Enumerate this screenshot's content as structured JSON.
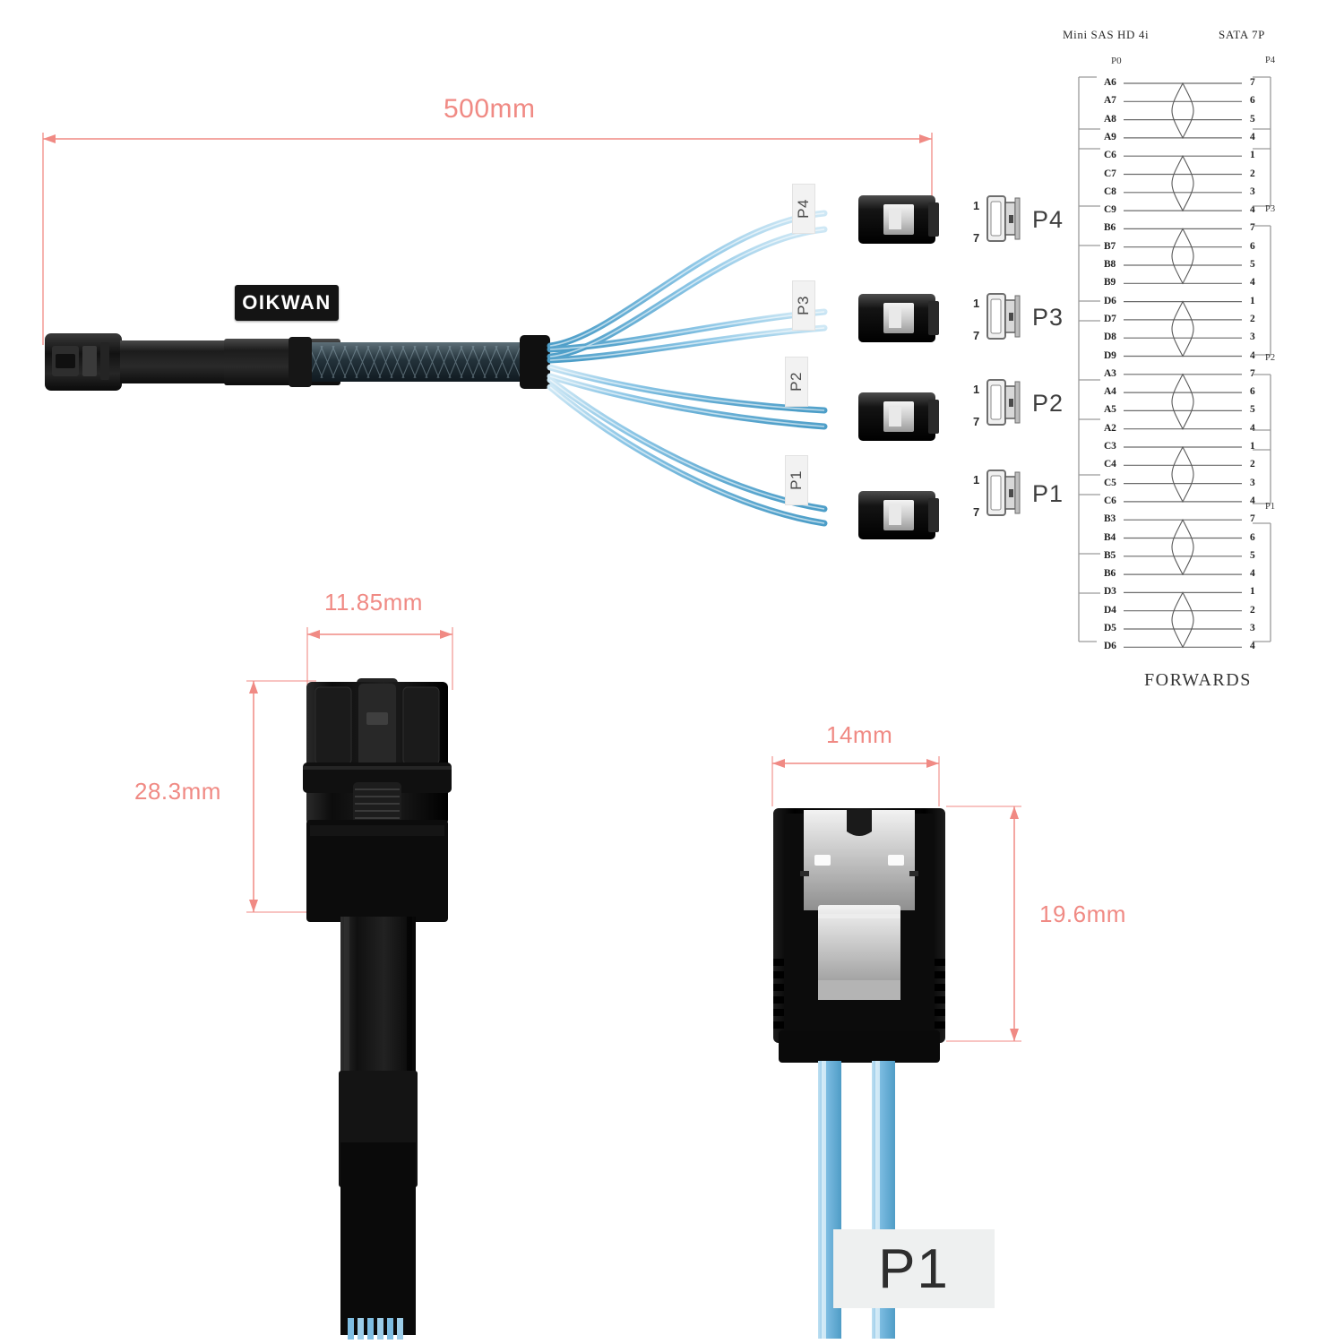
{
  "overall": {
    "length_dim": "500mm"
  },
  "brand": {
    "name": "OIKWAN"
  },
  "cable_markers": [
    {
      "label": "P4"
    },
    {
      "label": "P3"
    },
    {
      "label": "P2"
    },
    {
      "label": "P1"
    }
  ],
  "sata_ports": [
    {
      "label": "P4",
      "pin_top": "1",
      "pin_bottom": "7"
    },
    {
      "label": "P3",
      "pin_top": "1",
      "pin_bottom": "7"
    },
    {
      "label": "P2",
      "pin_top": "1",
      "pin_bottom": "7"
    },
    {
      "label": "P1",
      "pin_top": "1",
      "pin_bottom": "7"
    }
  ],
  "pinout": {
    "left_header": "Mini SAS HD 4i",
    "right_header": "SATA 7P",
    "left_column_label": "P0",
    "footer": "FORWARDS",
    "right_group_labels": [
      "P4",
      "P3",
      "P2",
      "P1"
    ],
    "rows": [
      {
        "left": "A6",
        "right": "7"
      },
      {
        "left": "A7",
        "right": "6"
      },
      {
        "left": "A8",
        "right": "5"
      },
      {
        "left": "A9",
        "right": "4"
      },
      {
        "left": "C6",
        "right": "1"
      },
      {
        "left": "C7",
        "right": "2"
      },
      {
        "left": "C8",
        "right": "3"
      },
      {
        "left": "C9",
        "right": "4"
      },
      {
        "left": "B6",
        "right": "7"
      },
      {
        "left": "B7",
        "right": "6"
      },
      {
        "left": "B8",
        "right": "5"
      },
      {
        "left": "B9",
        "right": "4"
      },
      {
        "left": "D6",
        "right": "1"
      },
      {
        "left": "D7",
        "right": "2"
      },
      {
        "left": "D8",
        "right": "3"
      },
      {
        "left": "D9",
        "right": "4"
      },
      {
        "left": "A3",
        "right": "7"
      },
      {
        "left": "A4",
        "right": "6"
      },
      {
        "left": "A5",
        "right": "5"
      },
      {
        "left": "A2",
        "right": "4"
      },
      {
        "left": "C3",
        "right": "1"
      },
      {
        "left": "C4",
        "right": "2"
      },
      {
        "left": "C5",
        "right": "3"
      },
      {
        "left": "C6",
        "right": "4"
      },
      {
        "left": "B3",
        "right": "7"
      },
      {
        "left": "B4",
        "right": "6"
      },
      {
        "left": "B5",
        "right": "5"
      },
      {
        "left": "B6",
        "right": "4"
      },
      {
        "left": "D3",
        "right": "1"
      },
      {
        "left": "D4",
        "right": "2"
      },
      {
        "left": "D5",
        "right": "3"
      },
      {
        "left": "D6",
        "right": "4"
      }
    ]
  },
  "detail_sas": {
    "width_dim": "11.85mm",
    "height_dim": "28.3mm"
  },
  "detail_sata": {
    "width_dim": "14mm",
    "height_dim": "19.6mm",
    "marker_label": "P1"
  },
  "colors": {
    "dimension": "#f08a84",
    "cable_blue": "#8fc9e8",
    "cable_blue_dark": "#5aa7cf",
    "connector_black": "#1a1a1a"
  }
}
